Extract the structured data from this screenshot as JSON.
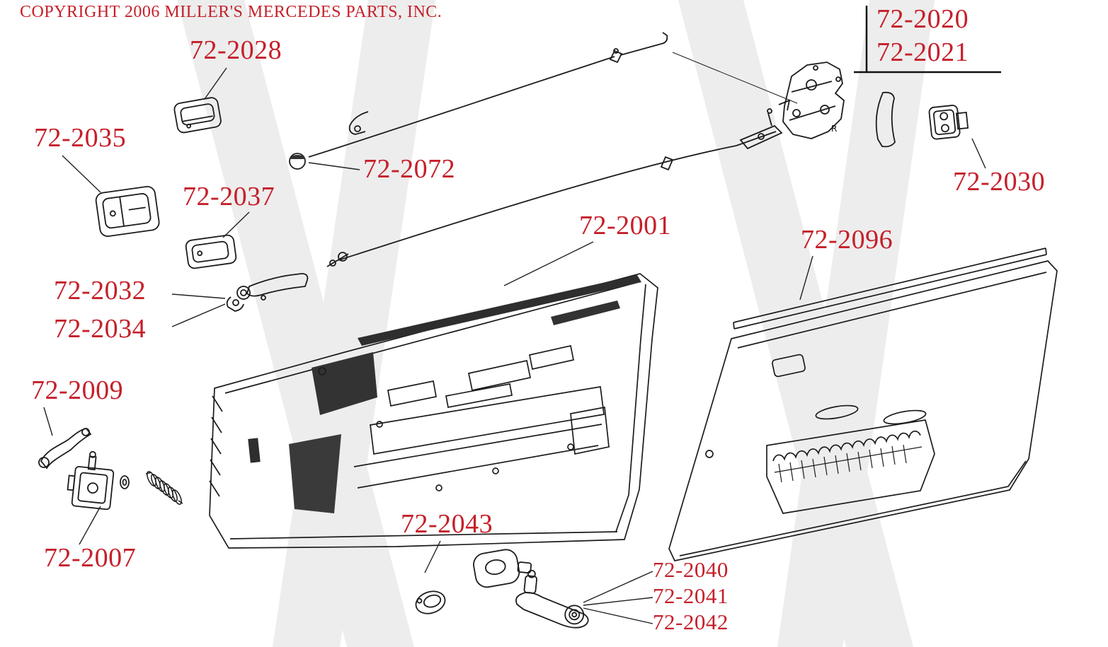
{
  "copyright": {
    "text": "COPYRIGHT 2006 MILLER'S MERCEDES PARTS, INC."
  },
  "colors": {
    "label_red": "#c5202a",
    "line": "#1c1c1c",
    "watermark": "#ededed"
  },
  "labels": [
    {
      "part": "72-2028"
    },
    {
      "part": "72-2020"
    },
    {
      "part": "72-2021"
    },
    {
      "part": "72-2035"
    },
    {
      "part": "72-2072"
    },
    {
      "part": "72-2037"
    },
    {
      "part": "72-2030"
    },
    {
      "part": "72-2001"
    },
    {
      "part": "72-2096"
    },
    {
      "part": "72-2032"
    },
    {
      "part": "72-2034"
    },
    {
      "part": "72-2009"
    },
    {
      "part": "72-2007"
    },
    {
      "part": "72-2043"
    },
    {
      "part": "72-2040"
    },
    {
      "part": "72-2041"
    },
    {
      "part": "72-2042"
    }
  ],
  "diagram": {
    "lock_marking": "R"
  }
}
